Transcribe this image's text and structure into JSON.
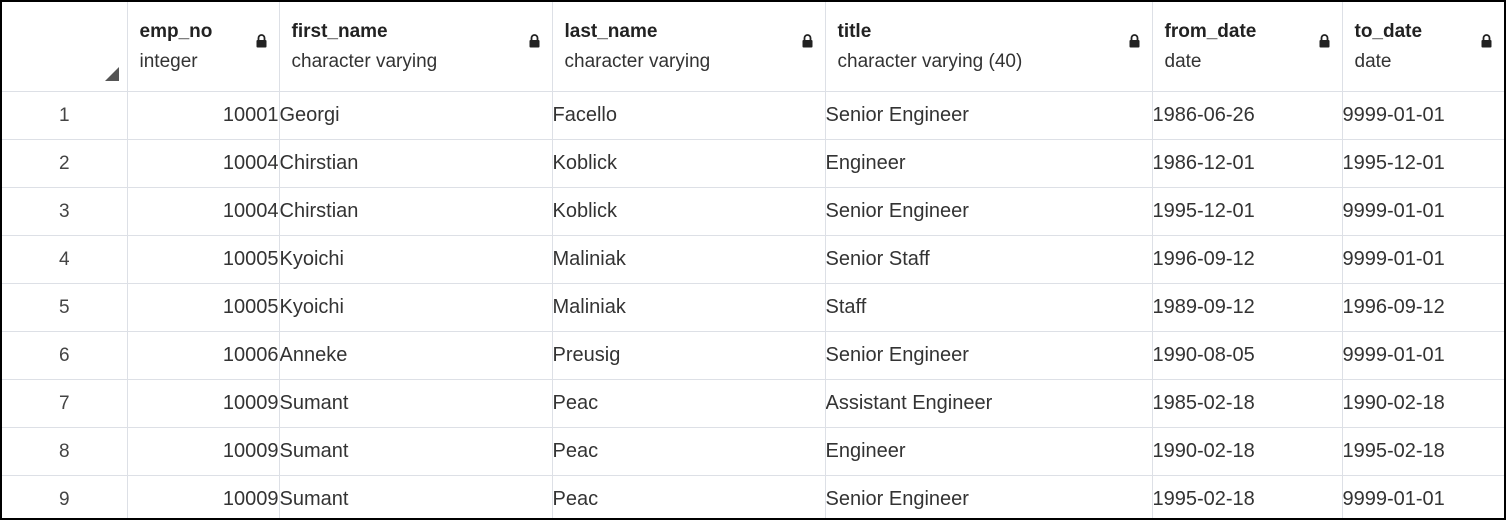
{
  "columns": [
    {
      "name": "emp_no",
      "type": "integer"
    },
    {
      "name": "first_name",
      "type": "character varying"
    },
    {
      "name": "last_name",
      "type": "character varying"
    },
    {
      "name": "title",
      "type": "character varying (40)"
    },
    {
      "name": "from_date",
      "type": "date"
    },
    {
      "name": "to_date",
      "type": "date"
    }
  ],
  "rows": [
    {
      "n": "1",
      "emp_no": "10001",
      "first_name": "Georgi",
      "last_name": "Facello",
      "title": "Senior Engineer",
      "from_date": "1986-06-26",
      "to_date": "9999-01-01"
    },
    {
      "n": "2",
      "emp_no": "10004",
      "first_name": "Chirstian",
      "last_name": "Koblick",
      "title": "Engineer",
      "from_date": "1986-12-01",
      "to_date": "1995-12-01"
    },
    {
      "n": "3",
      "emp_no": "10004",
      "first_name": "Chirstian",
      "last_name": "Koblick",
      "title": "Senior Engineer",
      "from_date": "1995-12-01",
      "to_date": "9999-01-01"
    },
    {
      "n": "4",
      "emp_no": "10005",
      "first_name": "Kyoichi",
      "last_name": "Maliniak",
      "title": "Senior Staff",
      "from_date": "1996-09-12",
      "to_date": "9999-01-01"
    },
    {
      "n": "5",
      "emp_no": "10005",
      "first_name": "Kyoichi",
      "last_name": "Maliniak",
      "title": "Staff",
      "from_date": "1989-09-12",
      "to_date": "1996-09-12"
    },
    {
      "n": "6",
      "emp_no": "10006",
      "first_name": "Anneke",
      "last_name": "Preusig",
      "title": "Senior Engineer",
      "from_date": "1990-08-05",
      "to_date": "9999-01-01"
    },
    {
      "n": "7",
      "emp_no": "10009",
      "first_name": "Sumant",
      "last_name": "Peac",
      "title": "Assistant Engineer",
      "from_date": "1985-02-18",
      "to_date": "1990-02-18"
    },
    {
      "n": "8",
      "emp_no": "10009",
      "first_name": "Sumant",
      "last_name": "Peac",
      "title": "Engineer",
      "from_date": "1990-02-18",
      "to_date": "1995-02-18"
    },
    {
      "n": "9",
      "emp_no": "10009",
      "first_name": "Sumant",
      "last_name": "Peac",
      "title": "Senior Engineer",
      "from_date": "1995-02-18",
      "to_date": "9999-01-01"
    }
  ],
  "icons": {
    "lock": "lock-icon",
    "sort": "sort-corner-icon"
  },
  "colors": {
    "grid_line": "#dde0e6",
    "text": "#333333",
    "frame": "#000000"
  }
}
